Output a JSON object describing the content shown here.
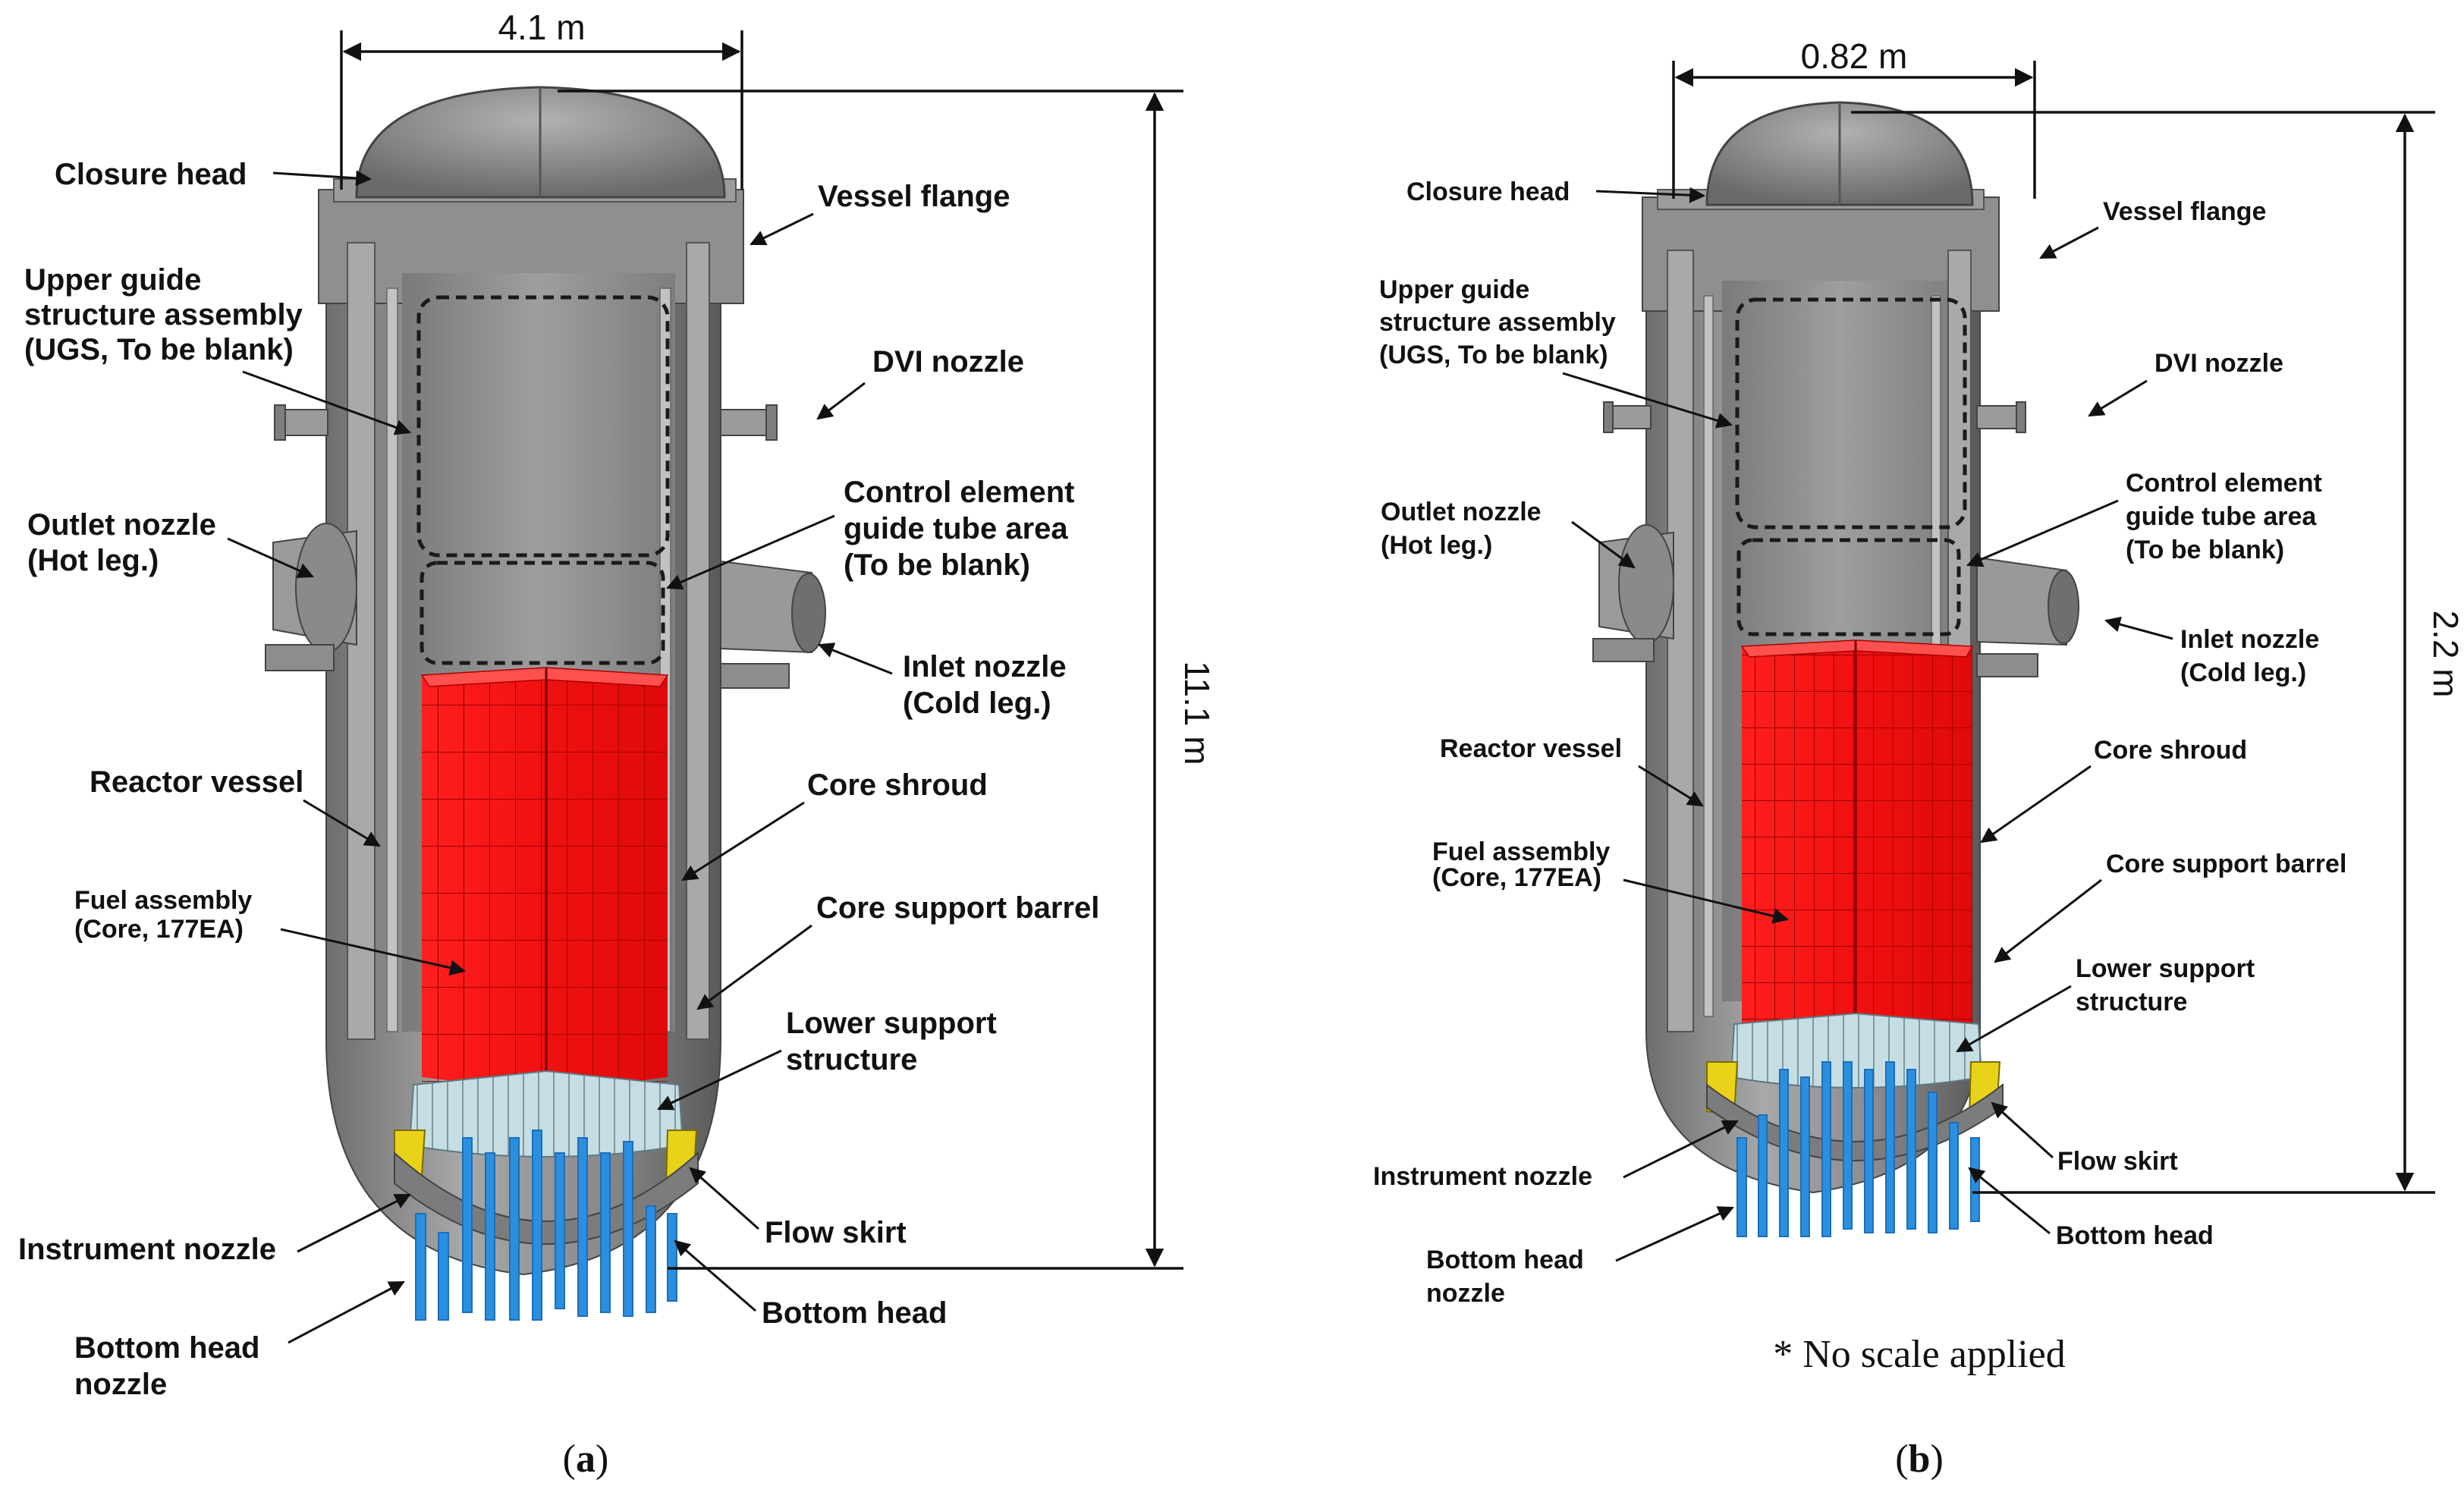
{
  "panel_a": {
    "caption_letter": "a",
    "width_dim": "4.1 m",
    "height_dim": "11.1 m",
    "labels": {
      "closure_head": "Closure head",
      "vessel_flange": "Vessel flange",
      "ugs_1": "Upper guide",
      "ugs_2": "structure assembly",
      "ugs_3": "(UGS, To be blank)",
      "dvi": "DVI nozzle",
      "outlet_1": "Outlet nozzle",
      "outlet_2": "(Hot leg.)",
      "ceg_1": "Control element",
      "ceg_2": "guide tube area",
      "ceg_3": "(To be blank)",
      "inlet_1": "Inlet nozzle",
      "inlet_2": "(Cold leg.)",
      "reactor_vessel": "Reactor vessel",
      "core_shroud": "Core shroud",
      "fuel_1": "Fuel assembly",
      "fuel_2": "(Core, 177EA)",
      "csb": "Core support barrel",
      "lss_1": "Lower support",
      "lss_2": "structure",
      "instrument": "Instrument nozzle",
      "flow_skirt": "Flow skirt",
      "bottom_head": "Bottom head",
      "bhn_1": "Bottom head",
      "bhn_2": "nozzle"
    }
  },
  "panel_b": {
    "caption_letter": "b",
    "width_dim": "0.82  m",
    "height_dim": "2.2 m",
    "note": "* No scale applied",
    "labels": {
      "closure_head": "Closure head",
      "vessel_flange": "Vessel flange",
      "ugs_1": "Upper guide",
      "ugs_2": "structure assembly",
      "ugs_3": "(UGS, To be blank)",
      "dvi": "DVI nozzle",
      "outlet_1": "Outlet nozzle",
      "outlet_2": "(Hot leg.)",
      "ceg_1": "Control element",
      "ceg_2": "guide tube area",
      "ceg_3": "(To be blank)",
      "inlet_1": "Inlet nozzle",
      "inlet_2": "(Cold leg.)",
      "reactor_vessel": "Reactor vessel",
      "core_shroud": "Core shroud",
      "fuel_1": "Fuel assembly",
      "fuel_2": "(Core, 177EA)",
      "csb": "Core support barrel",
      "lss_1": "Lower support",
      "lss_2": "structure",
      "instrument": "Instrument nozzle",
      "flow_skirt": "Flow skirt",
      "bottom_head": "Bottom head",
      "bhn_1": "Bottom head",
      "bhn_2": "nozzle"
    }
  },
  "colors": {
    "vessel": "#8c8c8c",
    "vessel_dark": "#5e5e5e",
    "vessel_light": "#b4b4b4",
    "fuel": "#ff1a1a",
    "lower_structure": "#bcd8e0",
    "flow_skirt": "#e8d21a",
    "nozzles": "#2b8fe0"
  }
}
